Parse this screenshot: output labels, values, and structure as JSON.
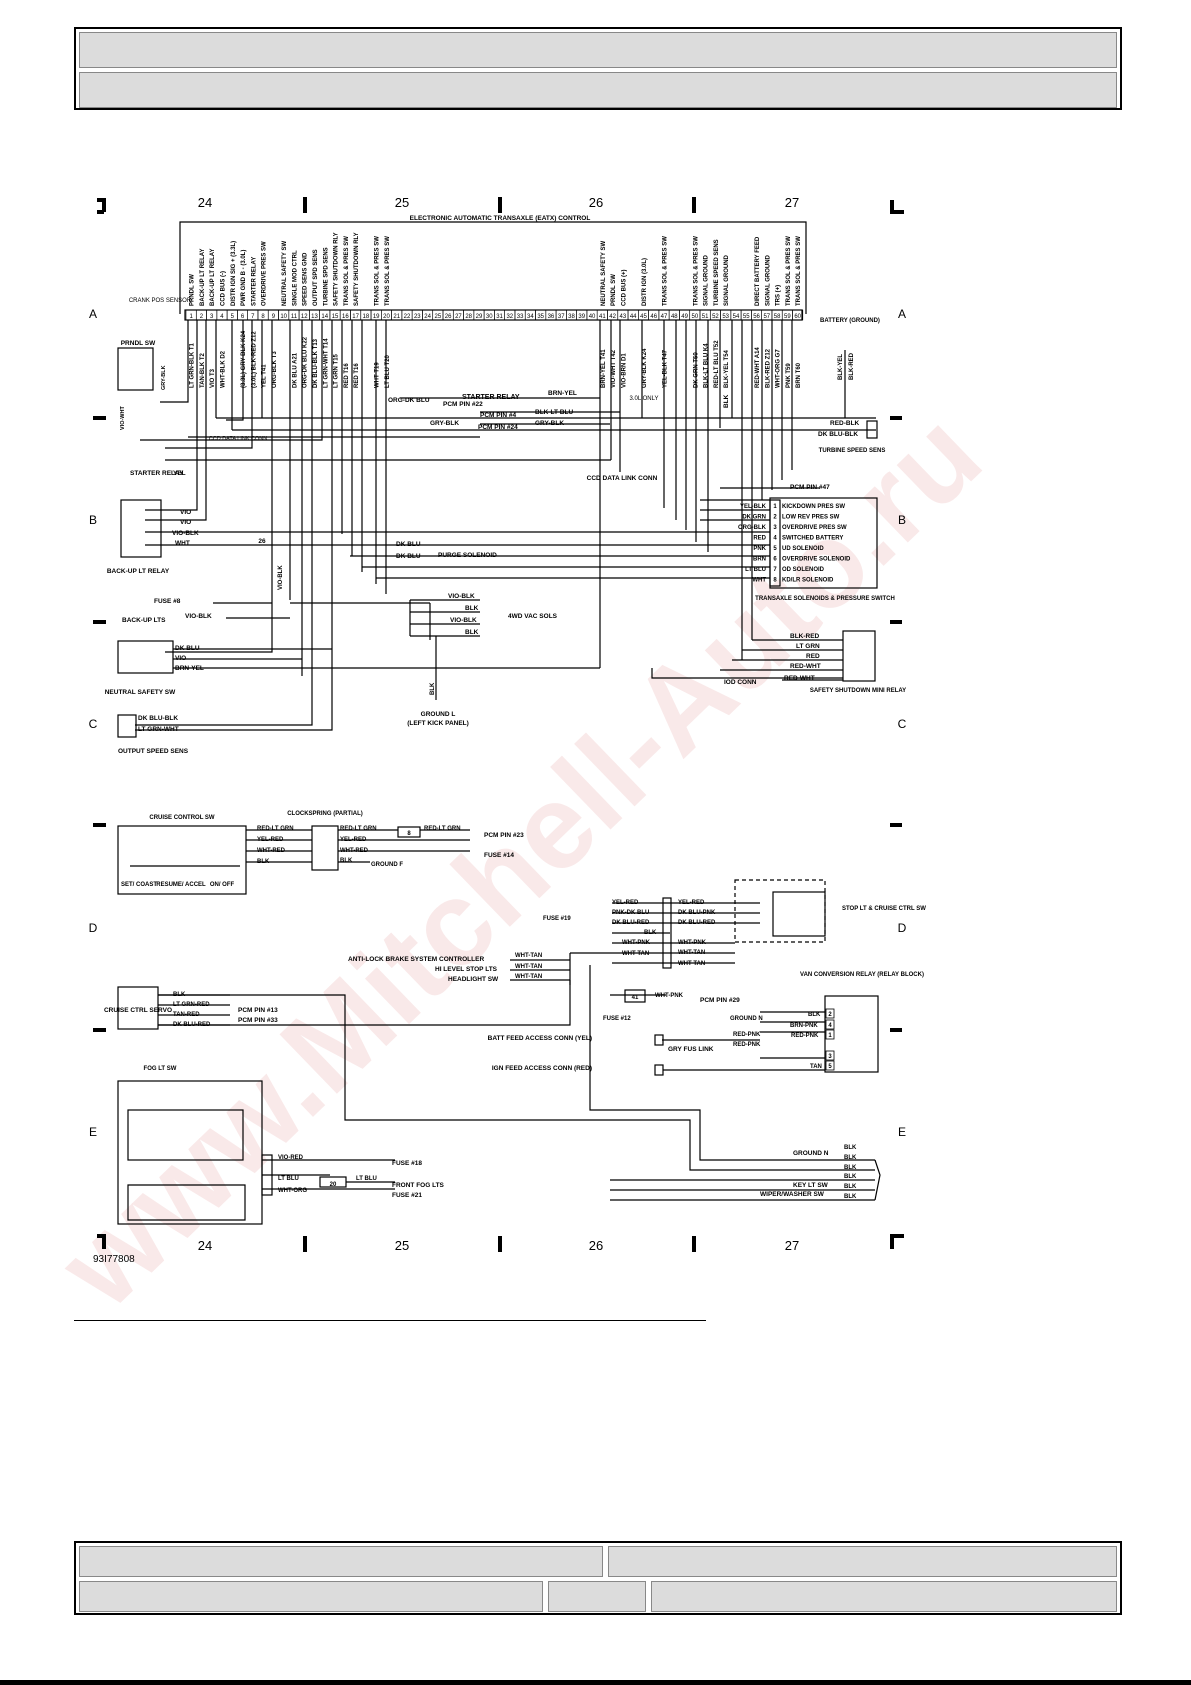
{
  "diagram": {
    "title": "ELECTRONIC AUTOMATIC TRANSAXLE (EATX) CONTROL",
    "figure_id": "93I77808",
    "watermark": "www.Mitchell-Auto.ru",
    "columns": [
      "24",
      "25",
      "26",
      "27"
    ],
    "rows": [
      "A",
      "B",
      "C",
      "D",
      "E"
    ],
    "pins": [
      "1",
      "2",
      "3",
      "4",
      "5",
      "6",
      "7",
      "8",
      "9",
      "10",
      "11",
      "12",
      "13",
      "14",
      "15",
      "16",
      "17",
      "18",
      "19",
      "20",
      "21",
      "22",
      "23",
      "24",
      "25",
      "26",
      "27",
      "28",
      "29",
      "30",
      "31",
      "32",
      "33",
      "34",
      "35",
      "36",
      "37",
      "38",
      "39",
      "40",
      "41",
      "42",
      "43",
      "44",
      "45",
      "46",
      "47",
      "48",
      "49",
      "50",
      "51",
      "52",
      "53",
      "54",
      "55",
      "56",
      "57",
      "58",
      "59",
      "60"
    ],
    "pin_functions": [
      {
        "pin": 1,
        "label": "PRNDL SW"
      },
      {
        "pin": 2,
        "label": "BACK-UP LT RELAY"
      },
      {
        "pin": 3,
        "label": "BACK-UP LT RELAY"
      },
      {
        "pin": 4,
        "label": "CCD BUS (-)"
      },
      {
        "pin": 5,
        "label": "DISTR IGN SIG + (3.3L)"
      },
      {
        "pin": 6,
        "label": "PWR GND B - (3.0L)"
      },
      {
        "pin": 7,
        "label": "STARTER RELAY"
      },
      {
        "pin": 8,
        "label": "OVERDRIVE PRES SW"
      },
      {
        "pin": 10,
        "label": "NEUTRAL SAFETY SW"
      },
      {
        "pin": 11,
        "label": "SINGLE MOD CTRL"
      },
      {
        "pin": 12,
        "label": "SPEED SENS GND"
      },
      {
        "pin": 13,
        "label": "OUTPUT SPD SENS"
      },
      {
        "pin": 14,
        "label": "TURBINE SPD SENS"
      },
      {
        "pin": 15,
        "label": "SAFETY SHUTDOWN RLY"
      },
      {
        "pin": 16,
        "label": "TRANS SOL & PRES SW"
      },
      {
        "pin": 17,
        "label": "SAFETY SHUTDOWN RLY"
      },
      {
        "pin": 19,
        "label": "TRANS SOL & PRES SW"
      },
      {
        "pin": 20,
        "label": "TRANS SOL & PRES SW"
      },
      {
        "pin": 41,
        "label": "NEUTRAL SAFETY SW"
      },
      {
        "pin": 42,
        "label": "PRNDL SW"
      },
      {
        "pin": 43,
        "label": "CCD BUS (+)"
      },
      {
        "pin": 45,
        "label": "DISTR IGN (3.0L)"
      },
      {
        "pin": 47,
        "label": "TRANS SOL & PRES SW"
      },
      {
        "pin": 50,
        "label": "TRANS SOL & PRES SW"
      },
      {
        "pin": 51,
        "label": "SIGNAL GROUND"
      },
      {
        "pin": 52,
        "label": "TURBINE SPEED SENS"
      },
      {
        "pin": 53,
        "label": "SIGNAL GROUND"
      },
      {
        "pin": 56,
        "label": "DIRECT BATTERY FEED"
      },
      {
        "pin": 57,
        "label": "SIGNAL GROUND"
      },
      {
        "pin": 58,
        "label": "TRS (+)"
      },
      {
        "pin": 59,
        "label": "TRANS SOL & PRES SW"
      },
      {
        "pin": 60,
        "label": "TRANS SOL & PRES SW"
      }
    ],
    "pin_wires": [
      {
        "pin": 1,
        "label": "LT GRN-BLK T1"
      },
      {
        "pin": 2,
        "label": "TAN-BLK T2"
      },
      {
        "pin": 3,
        "label": "VIO T3"
      },
      {
        "pin": 4,
        "label": "WHT-BLK D2"
      },
      {
        "pin": 6,
        "label": "(3.3L) GRY-BLK K24"
      },
      {
        "pin": 7,
        "label": "(3.0L) BLK-RED Z12"
      },
      {
        "pin": 8,
        "label": "YEL T41"
      },
      {
        "pin": 9,
        "label": "ORG-BLK T3"
      },
      {
        "pin": 11,
        "label": "DK BLU A21"
      },
      {
        "pin": 12,
        "label": "ORG-DK BLU K22"
      },
      {
        "pin": 13,
        "label": "DK BLU-BLK T13"
      },
      {
        "pin": 14,
        "label": "LT GRN-WHT T14"
      },
      {
        "pin": 15,
        "label": "LT GRN T15"
      },
      {
        "pin": 16,
        "label": "RED T16"
      },
      {
        "pin": 17,
        "label": "RED T16"
      },
      {
        "pin": 19,
        "label": "WHT T19"
      },
      {
        "pin": 20,
        "label": "LT BLU T20"
      },
      {
        "pin": 41,
        "label": "BRN-YEL T41"
      },
      {
        "pin": 42,
        "label": "VIO-WHT T42"
      },
      {
        "pin": 43,
        "label": "VIO-BRN D1"
      },
      {
        "pin": 45,
        "label": "GRY-BLK K24"
      },
      {
        "pin": 47,
        "label": "YEL-BLK T47"
      },
      {
        "pin": 50,
        "label": "DK GRN T50"
      },
      {
        "pin": 51,
        "label": "BLK-LT BLU K4"
      },
      {
        "pin": 52,
        "label": "RED-LT BLU T52"
      },
      {
        "pin": 53,
        "label": "BLK-YEL T54"
      },
      {
        "pin": 56,
        "label": "RED-WHT A14"
      },
      {
        "pin": 57,
        "label": "BLK-RED Z12"
      },
      {
        "pin": 58,
        "label": "WHT-ORG G7"
      },
      {
        "pin": 59,
        "label": "PNK T59"
      },
      {
        "pin": 60,
        "label": "BRN T60"
      }
    ],
    "labels": {
      "crank_pos_sensor": "CRANK POS SENSOR",
      "prndl_sw": "PRNDL SW",
      "battery_ground": "BATTERY (GROUND)",
      "blk_yel": "BLK-YEL",
      "blk_red": "BLK-RED",
      "vio_wht": "VIO-WHT",
      "gry_blk": "GRY-BLK",
      "ccd_data_link_conn_1": "CCD DATA LINK CONN",
      "starter_relay_left": "STARTER RELAY",
      "yel": "YEL",
      "org_dk_blu": "ORG-DK BLU",
      "pcm_pin_22": "PCM PIN #22",
      "starter_relay_mid": "STARTER RELAY",
      "brn_yel": "BRN-YEL",
      "pcm_pin_4": "PCM PIN #4",
      "blk_lt_blu": "BLK-LT BLU",
      "gry_blk_2": "GRY-BLK",
      "pcm_pin_24": "PCM PIN #24",
      "gry_blk_3": "GRY-BLK",
      "only_3_0l": "3.0L ONLY",
      "blk": "BLK",
      "red_blk": "RED-BLK",
      "dk_blu_blk": "DK BLU-BLK",
      "turbine_speed_sens": "TURBINE SPEED SENS",
      "ccd_data_link_conn_2": "CCD DATA LINK CONN",
      "pcm_pin_47": "PCM PIN #47",
      "back_up_lt_relay": "BACK-UP LT RELAY",
      "vio": "VIO",
      "vio_2": "VIO",
      "vio_blk": "VIO-BLK",
      "wht": "WHT",
      "conn_26": "26",
      "dk_blu_1": "DK BLU",
      "dk_blu_2": "DK BLU",
      "purge_solenoid": "PURGE SOLENOID",
      "vio_blk_vert": "VIO-BLK",
      "fuse_8": "FUSE #8",
      "back_up_lts": "BACK-UP LTS",
      "vio_blk_2": "VIO-BLK",
      "vio_blk_3": "VIO-BLK",
      "blk_2": "BLK",
      "vio_blk_4": "VIO-BLK",
      "blk_3": "BLK",
      "four_wd_vac_sols": "4WD VAC SOLS",
      "neutral_safety_sw": "NEUTRAL SAFETY SW",
      "dk_blu_3": "DK BLU",
      "vio_3": "VIO",
      "brn_yel_2": "BRN-YEL",
      "blk_vert": "BLK",
      "ground_l": "GROUND L",
      "left_kick_panel": "(LEFT KICK PANEL)",
      "output_speed_sens": "OUTPUT SPEED SENS",
      "dk_blu_blk_2": "DK BLU-BLK",
      "lt_grn_wht": "LT GRN-WHT",
      "transaxle_solenoids": "TRANSAXLE SOLENOIDS & PRESSURE SWITCH",
      "blk_red_2": "BLK-RED",
      "lt_grn": "LT GRN",
      "red": "RED",
      "red_wht": "RED-WHT",
      "red_wht_2": "RED-WHT",
      "iod_conn": "IOD CONN",
      "safety_shutdown_relay": "SAFETY SHUTDOWN MINI RELAY",
      "cruise_control_sw": "CRUISE CONTROL SW",
      "clockspring": "CLOCKSPRING (PARTIAL)",
      "set_coast": "SET/ COAST",
      "resume_accel": "RESUME/ ACCEL",
      "on_off": "ON/ OFF",
      "cc_red_lt_grn": "RED-LT GRN",
      "cc_yel_red": "YEL-RED",
      "cc_wht_red": "WHT-RED",
      "cc_blk": "BLK",
      "cc_red_lt_grn_2": "RED-LT GRN",
      "cc_yel_red_2": "YEL-RED",
      "cc_wht_red_2": "WHT-RED",
      "cc_blk_2": "BLK",
      "conn_8": "8",
      "cc_red_lt_grn_3": "RED-LT GRN",
      "pcm_pin_23": "PCM PIN #23",
      "fuse_14": "FUSE #14",
      "ground_f": "GROUND F",
      "fuse_19": "FUSE #19",
      "yel_red_a": "YEL-RED",
      "pnk_dk_blu_a": "PNK-DK BLU",
      "dk_blu_red_a": "DK BLU-RED",
      "blk_a": "BLK",
      "wht_pnk_a": "WHT-PNK",
      "wht_tan_a": "WHT-TAN",
      "yel_red_b": "YEL-RED",
      "dk_blu_pnk_b": "DK BLU-PNK",
      "dk_blu_red_b": "DK BLU-RED",
      "wht_pnk_b": "WHT-PNK",
      "wht_tan_b": "WHT-TAN",
      "wht_tan_c": "WHT-TAN",
      "stop_lt_cruise": "STOP LT & CRUISE CTRL SW",
      "abs_controller": "ANTI-LOCK BRAKE SYSTEM CONTROLLER",
      "hi_level_stop": "HI LEVEL STOP LTS",
      "headlight_sw": "HEADLIGHT SW",
      "wht_tan_1": "WHT-TAN",
      "wht_tan_2": "WHT-TAN",
      "wht_tan_3": "WHT-TAN",
      "conn_41": "41",
      "wht_pnk_c": "WHT-PNK",
      "pcm_pin_29": "PCM PIN #29",
      "van_conversion_relay": "VAN CONVERSION RELAY (RELAY BLOCK)",
      "cruise_ctrl_servo": "CRUISE CTRL SERVO",
      "servo_blk": "BLK",
      "servo_lt_grn_red": "LT GRN-RED",
      "servo_tan_red": "TAN-RED",
      "servo_dk_blu_red": "DK BLU-RED",
      "pcm_pin_13": "PCM PIN #13",
      "pcm_pin_33": "PCM PIN #33",
      "fuse_12": "FUSE #12",
      "ground_n_1": "GROUND N",
      "blk_v1": "BLK",
      "brn_pnk": "BRN-PNK",
      "red_pnk": "RED-PNK",
      "red_pnk_2": "RED-PNK",
      "red_pnk_3": "RED-PNK",
      "batt_feed": "BATT FEED ACCESS CONN (YEL)",
      "gry_fus_link": "GRY FUS LINK",
      "ign_feed": "IGN FEED ACCESS CONN (RED)",
      "tan": "TAN",
      "fog_lt_sw": "FOG LT SW",
      "vio_red": "VIO-RED",
      "fuse_18": "FUSE #18",
      "lt_blu_1": "LT BLU",
      "conn_20": "20",
      "lt_blu_2": "LT BLU",
      "front_fog_lts": "FRONT FOG LTS",
      "wht_org": "WHT-ORG",
      "fuse_21": "FUSE #21",
      "ground_n_2": "GROUND N",
      "key_lt_sw": "KEY LT SW",
      "wiper_washer_sw": "WIPER/WASHER SW",
      "blk_e1": "BLK",
      "blk_e2": "BLK",
      "blk_e3": "BLK",
      "blk_e4": "BLK",
      "blk_e5": "BLK",
      "blk_e6": "BLK"
    },
    "solenoid_pins": [
      {
        "num": "1",
        "wire": "YEL-BLK",
        "name": "KICKDOWN PRES SW"
      },
      {
        "num": "2",
        "wire": "DK GRN",
        "name": "LOW REV PRES SW"
      },
      {
        "num": "3",
        "wire": "ORG-BLK",
        "name": "OVERDRIVE PRES SW"
      },
      {
        "num": "4",
        "wire": "RED",
        "name": "SWITCHED BATTERY"
      },
      {
        "num": "5",
        "wire": "PNK",
        "name": "UD SOLENOID"
      },
      {
        "num": "6",
        "wire": "BRN",
        "name": "OVERDRIVE SOLENOID"
      },
      {
        "num": "7",
        "wire": "LT BLU",
        "name": "OD SOLENOID"
      },
      {
        "num": "8",
        "wire": "WHT",
        "name": "KD/LR SOLENOID"
      }
    ],
    "relay_terminals": [
      "2",
      "4",
      "1",
      "3",
      "5"
    ]
  }
}
